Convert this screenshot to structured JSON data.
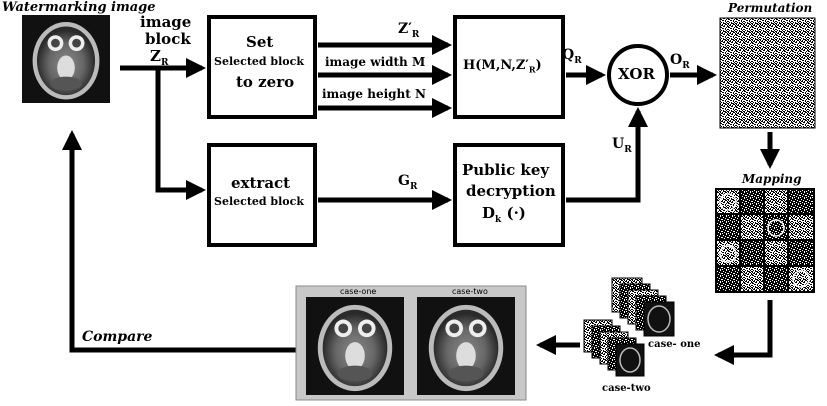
{
  "labels": {
    "watermarking_image": "Watermarking image",
    "image_block_1": "image",
    "image_block_2": "block",
    "zr": "Z",
    "zr_sub": "R",
    "set_1": "Set",
    "set_2": "Selected block",
    "set_3": "to zero",
    "extract_1": "extract",
    "extract_2": "Selected block",
    "zr_prime": "Z′",
    "zr_prime_sub": "R",
    "image_width": "image width M",
    "image_height": "image height N",
    "hash": "H(M,N,Z′",
    "hash_sub": "R",
    "hash_end": ")",
    "qr": "Q",
    "qr_sub": "R",
    "xor": "XOR",
    "or": "O",
    "or_sub": "R",
    "ur": "U",
    "ur_sub": "R",
    "gr": "G",
    "gr_sub": "R",
    "pk_1": "Public key",
    "pk_2": "decryption",
    "pk_3": "D",
    "pk_3_sub": "k",
    "pk_3_end": " (·)",
    "permutation": "Permutation",
    "mapping": "Mapping",
    "case_one_tab": "case-one",
    "case_two_tab": "case-two",
    "case_one_stack": "case- one",
    "case_two_stack": "case-two",
    "compare": "Compare"
  },
  "colors": {
    "ink": "#000000",
    "mri_dark": "#111111",
    "panel_bg": "#c8c8c8"
  }
}
